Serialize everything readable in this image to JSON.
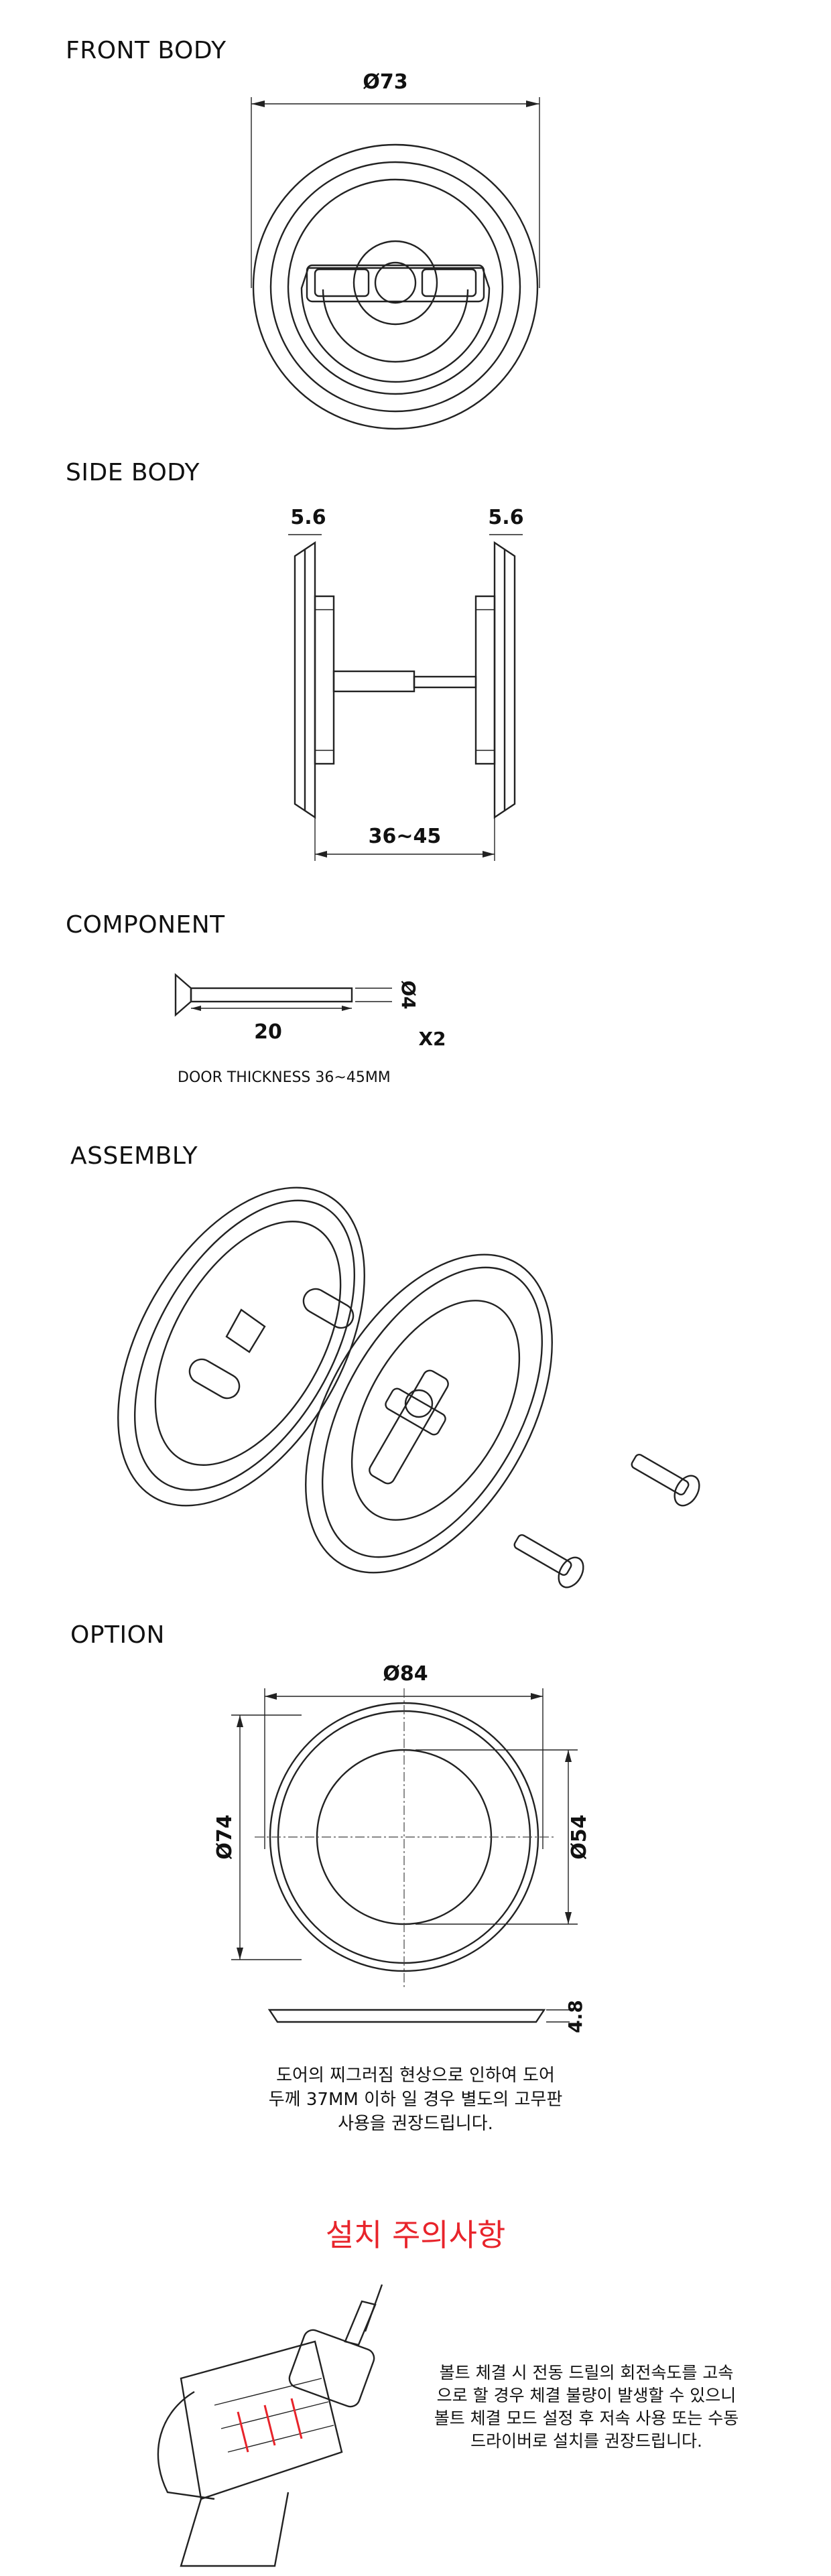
{
  "sections": {
    "front_body": "FRONT BODY",
    "side_body": "SIDE BODY",
    "component": "COMPONENT",
    "assembly": "ASSEMBLY",
    "option": "OPTION"
  },
  "front": {
    "dia": "Ø73"
  },
  "side": {
    "left_thk": "5.6",
    "right_thk": "5.6",
    "door_range": "36~45"
  },
  "component": {
    "length": "20",
    "dia": "Ø4",
    "qty": "X2",
    "note": "DOOR THICKNESS 36~45MM"
  },
  "option": {
    "outer_dia": "Ø84",
    "height_dia": "Ø74",
    "inner_dia": "Ø54",
    "thickness": "4.8",
    "note_lines": [
      "도어의 찌그러짐 현상으로 인하여 도어",
      "두께 37MM 이하 일 경우 별도의 고무판",
      "사용을 권장드립니다."
    ]
  },
  "caution": {
    "title": "설치 주의사항",
    "lines": [
      "볼트 체결 시 전동 드릴의 회전속도를 고속",
      "으로 할 경우 체결 불량이 발생할 수 있으니",
      "볼트 체결 모드 설정 후 저속 사용 또는 수동",
      "드라이버로 설치를 권장드립니다."
    ]
  },
  "colors": {
    "accent": "#e8242b",
    "line": "#222222"
  }
}
